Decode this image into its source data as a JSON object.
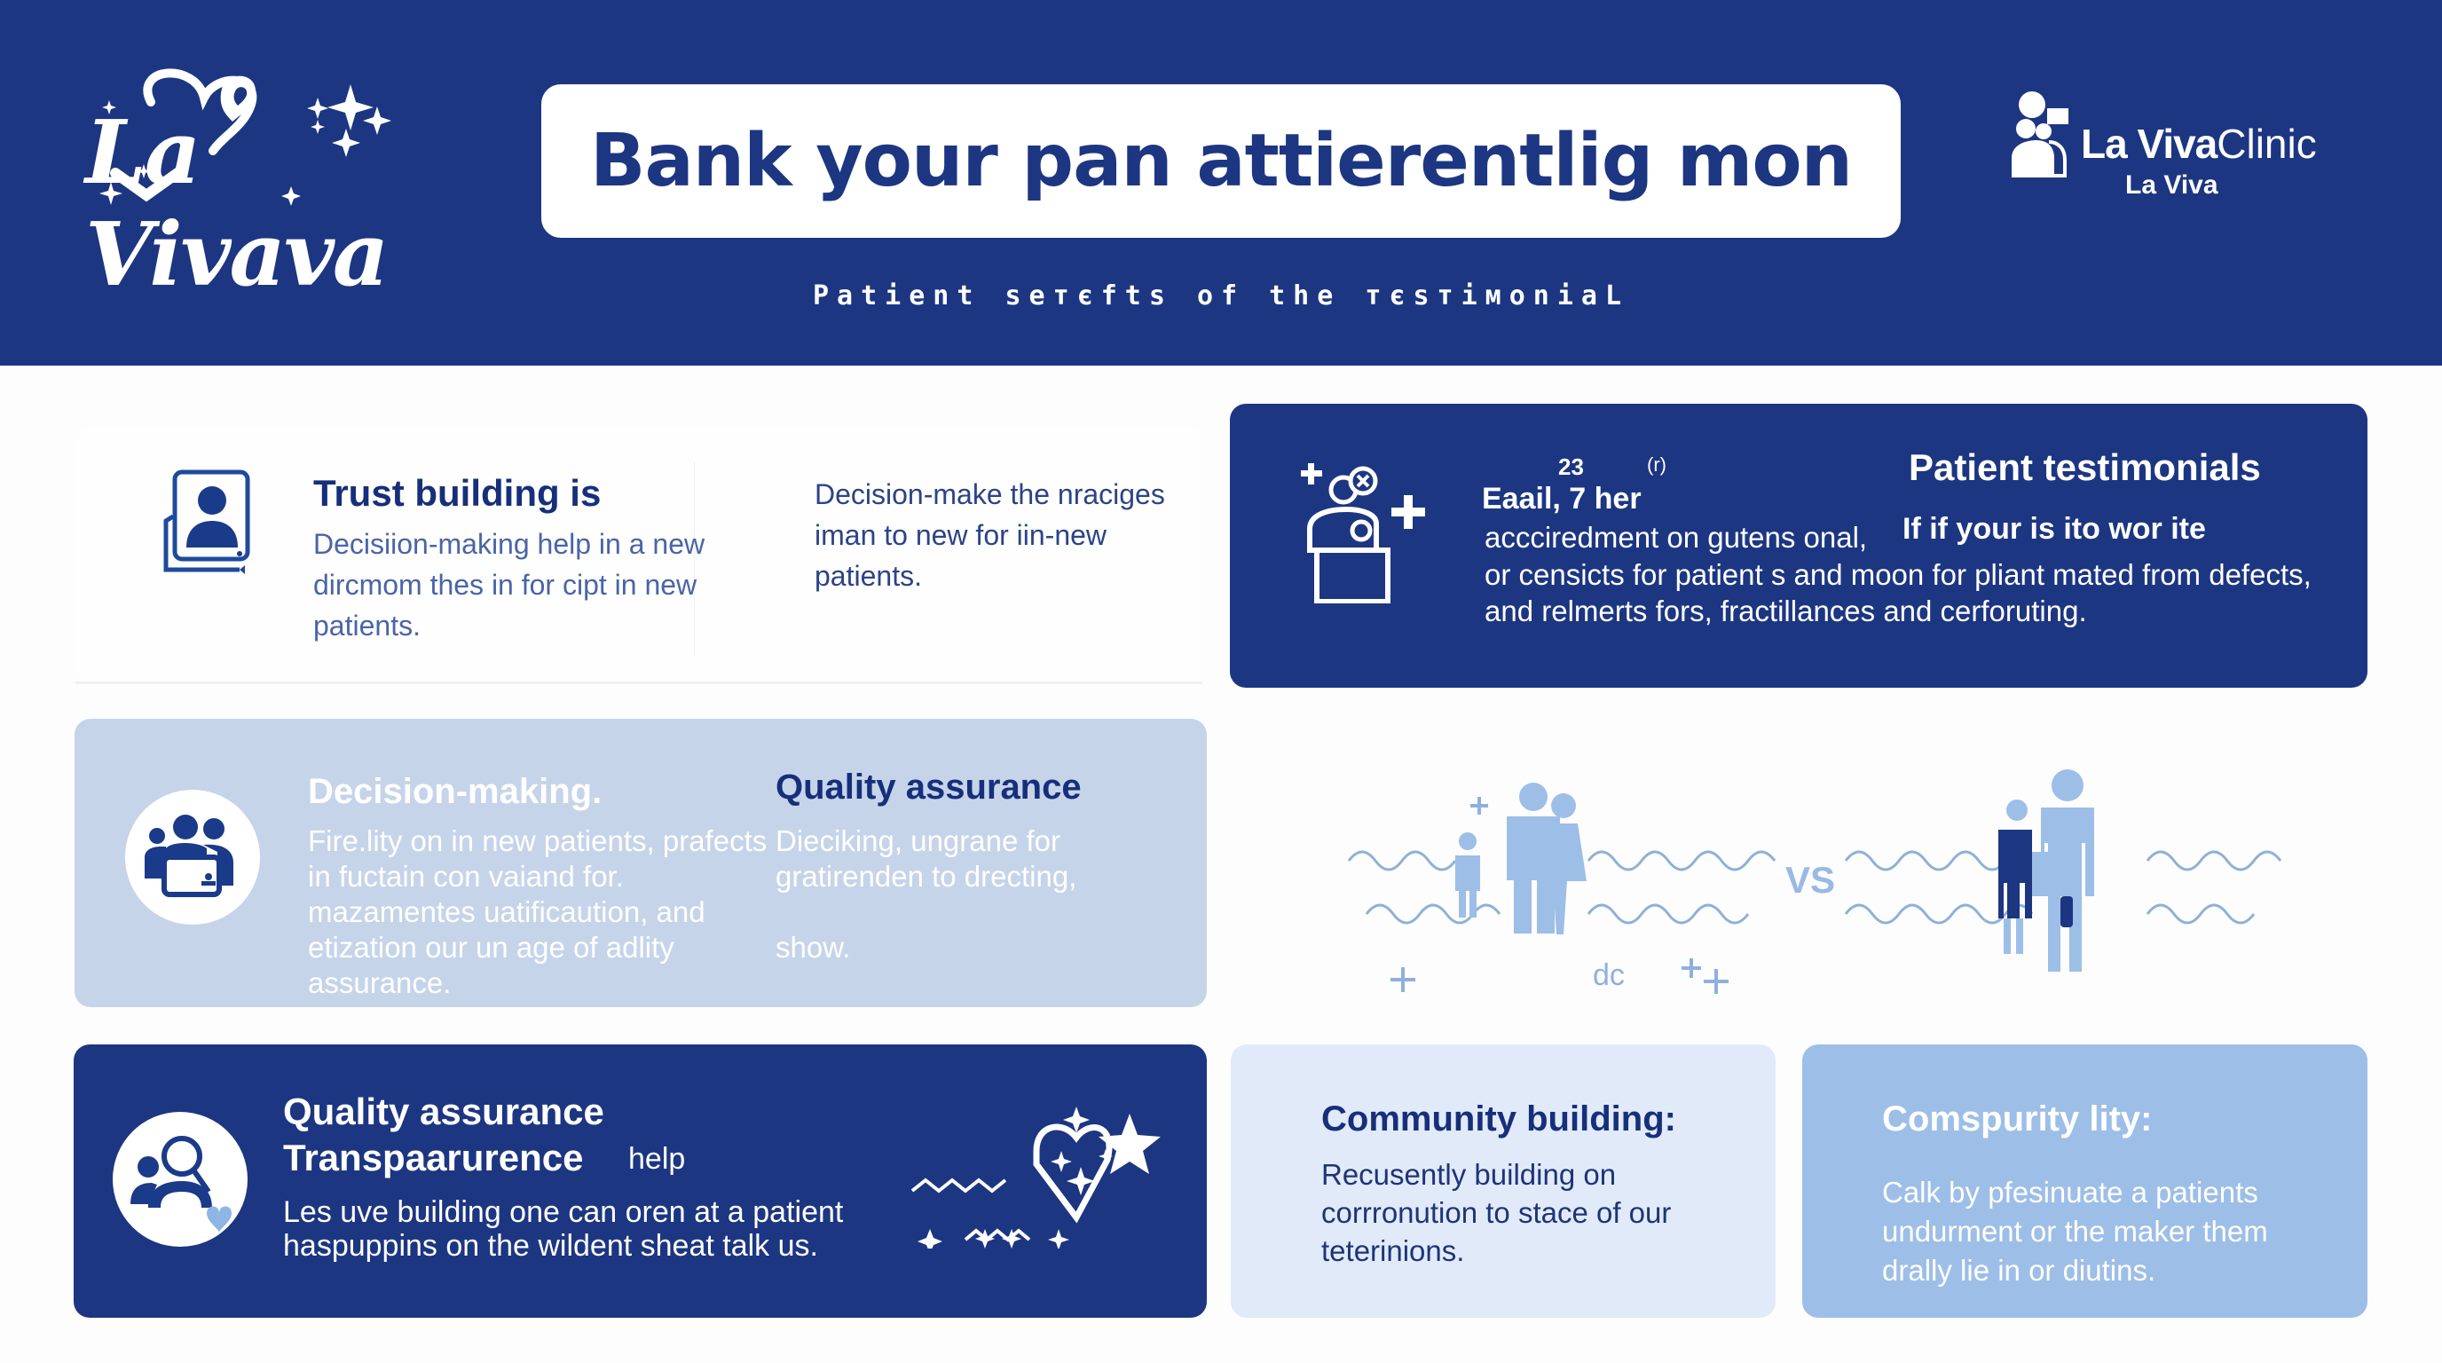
{
  "header": {
    "logo_left_text": "La Vivava",
    "title": "Bank your pan attierentlig mon",
    "subtitle": "Patient seтєfts of the тєsтімоniaL",
    "logo_right": {
      "brand_bold": "La Viva",
      "brand_light": "Clinic",
      "sub": "La Viva"
    },
    "bg_color": "#1c3682"
  },
  "trust_card": {
    "title": "Trust building is",
    "body_left": "Decisiion-making help in a new dircmom thes in for cipt in new patients.",
    "body_right": "Decision-make the nraciges iman to new for iin-new patients.",
    "icon": "user-profile-card-icon"
  },
  "testimonials_card": {
    "number": "23",
    "reg_mark": "(r)",
    "title": "Patient testimonials",
    "subtitle_left": "Eaail, 7 her",
    "line1": "accciredment on gutens onal,",
    "bold_line": "If if your is ito wor ite",
    "paragraph": "or censicts for patient s and moon for pliant mated from defects, and relmerts fors, fractillances and cerforuting.",
    "icon": "users-medical-plus-icon",
    "bg_color": "#1c3682"
  },
  "decision_card": {
    "title_left": "Decision-making.",
    "title_right": "Quality assurance",
    "body_left": "Fire.lity on in new patients, prafects in fuctain con vaiand for. mazamentes uatificaution, and etization our un age of adlity assurance.",
    "body_right": "Dieciking, ungrane for gratirenden to drecting,",
    "body_right_tail": "show.",
    "icon": "group-laptop-icon",
    "bg_color": "#c6d4ea"
  },
  "illustration": {
    "vs_label": "VS",
    "dc_label": "dc",
    "left_group": "family-group-icon",
    "right_group": "doctor-patient-icon"
  },
  "quality_card": {
    "title": "Quality assurance",
    "title2": "Transpaarurence",
    "help": "help",
    "body": "Les uve building one can oren at a patient haspuppins on the wildent sheat talk us.",
    "icon": "people-search-heart-icon",
    "deco_icon": "heart-star-sparkle-icon",
    "bg_color": "#1c3682"
  },
  "community_card": {
    "title": "Community building:",
    "body": "Recusently building on corrronution to stace of our teterinions.",
    "bg_color": "#e1eaf8"
  },
  "comspurity_card": {
    "title": "Comspurity lity:",
    "body": "Calk by pfesinuate a patients undurment or the maker them drally lie in or diutins.",
    "bg_color": "#9dbee7"
  }
}
